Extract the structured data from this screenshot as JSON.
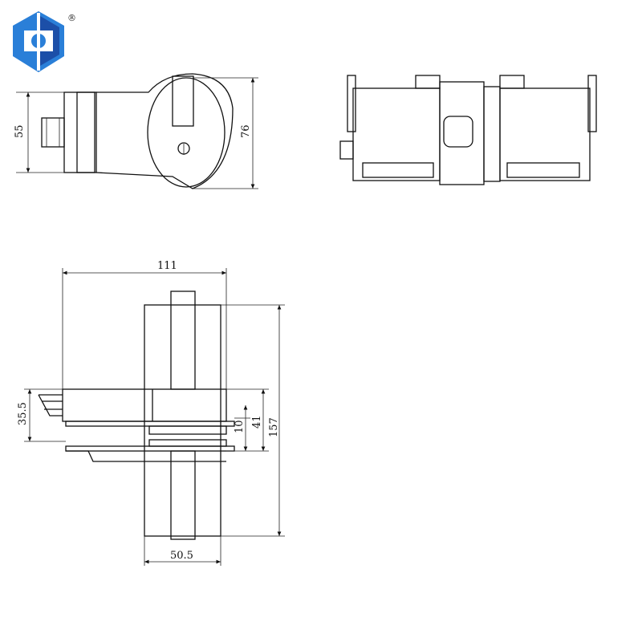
{
  "logo": {
    "registered_mark": "®",
    "color_light": "#2f8ee0",
    "color_dark": "#1c4fa8"
  },
  "dimensions": {
    "side_height": "55",
    "side_total_height": "76",
    "front_width": "111",
    "clamp_height": "35.5",
    "glass_gap": "10",
    "body_height": "41",
    "total_height": "157",
    "body_width": "50.5"
  }
}
